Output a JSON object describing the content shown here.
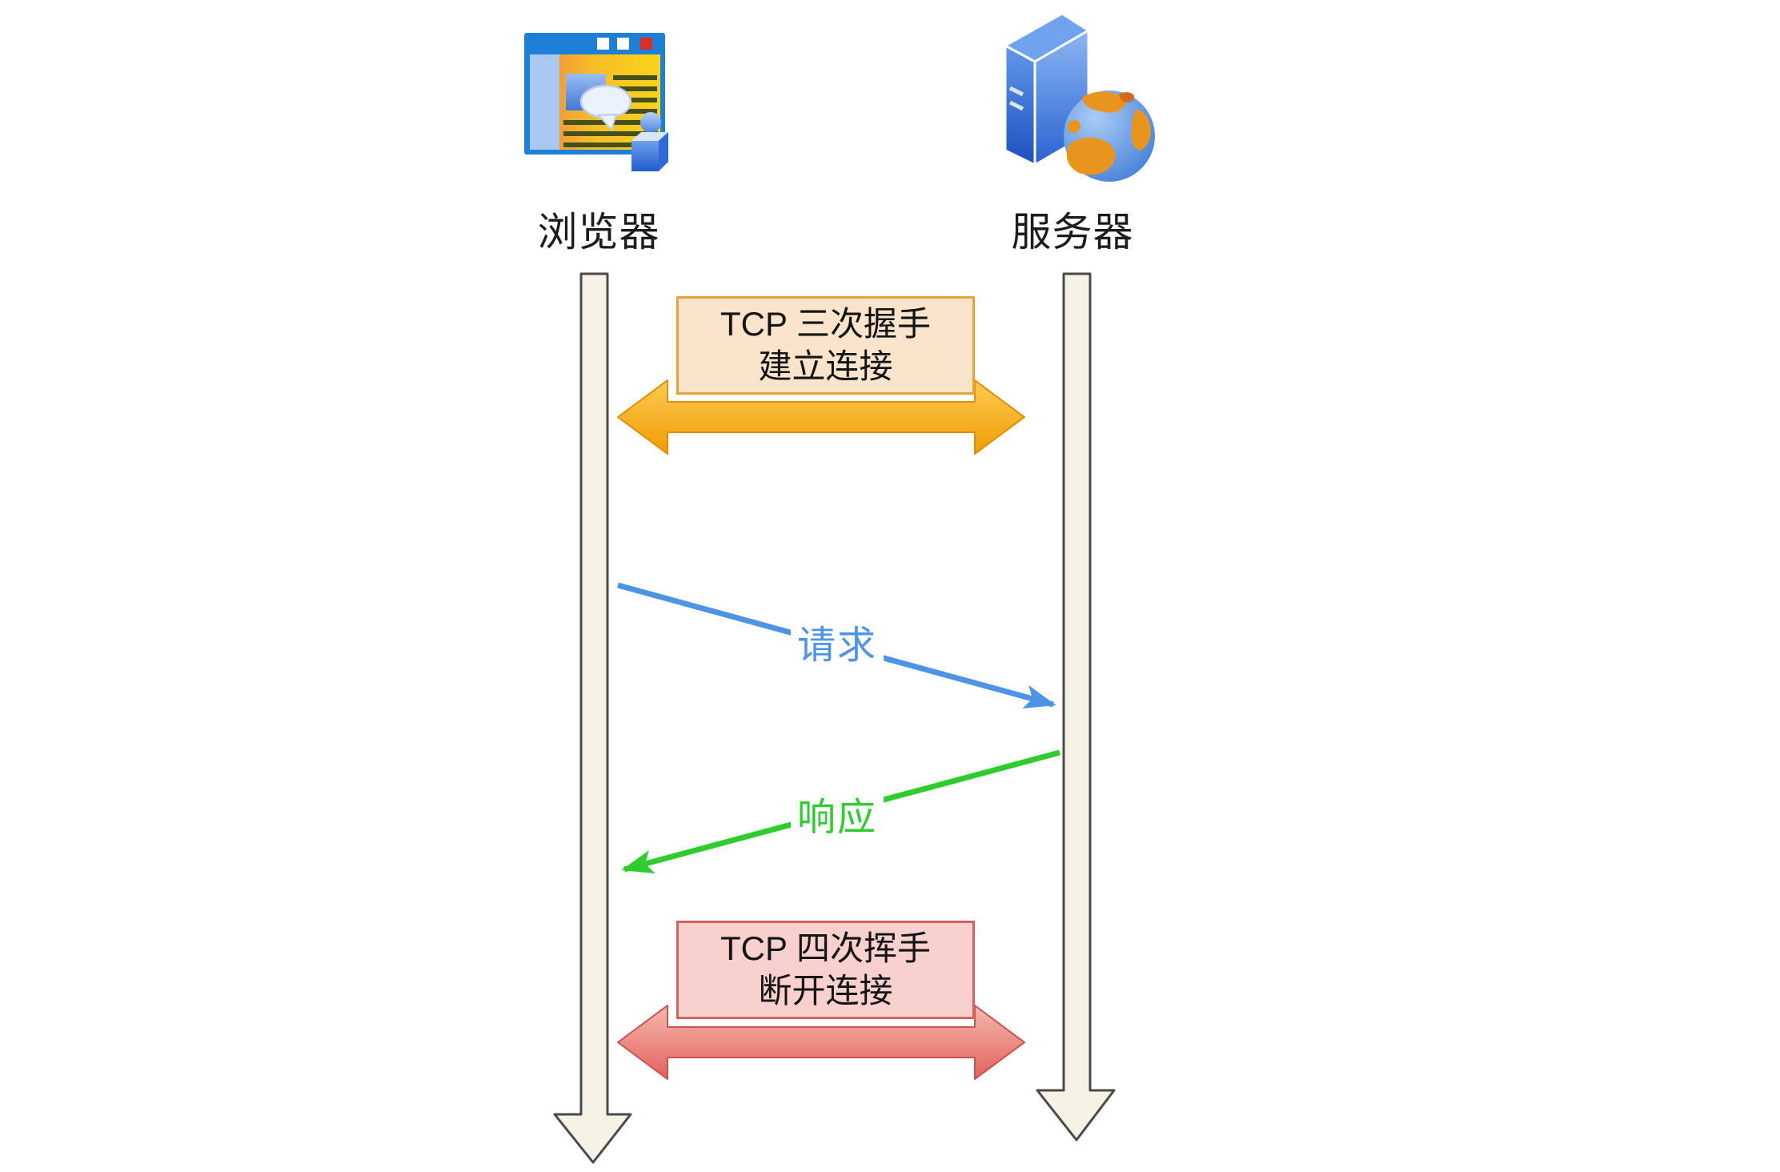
{
  "diagram": {
    "title_visible": false,
    "actors": [
      {
        "id": "browser",
        "label": "浏览器",
        "icon": "browser-icon"
      },
      {
        "id": "server",
        "label": "服务器",
        "icon": "server-icon"
      }
    ],
    "phases": {
      "handshake": {
        "line1": "TCP 三次握手",
        "line2": "建立连接"
      },
      "teardown": {
        "line1": "TCP 四次挥手",
        "line2": "断开连接"
      }
    },
    "messages": {
      "request": {
        "label": "请求",
        "from": "browser",
        "to": "server",
        "color": "#4E94E4"
      },
      "response": {
        "label": "响应",
        "from": "server",
        "to": "browser",
        "color": "#2FCB2F"
      }
    },
    "colors": {
      "background": "#FFFFFF",
      "handshake_box_fill": "#FBE4CC",
      "handshake_box_border": "#E9A23B",
      "handshake_arrow": "#F5A81F",
      "teardown_box_fill": "#F8D0CE",
      "teardown_box_border": "#D4625D",
      "teardown_arrow": "#E8837D",
      "lifeline_fill": "#F6F3E6",
      "lifeline_border": "#4A4A4A",
      "request_arrow": "#4E94E4",
      "response_arrow": "#2FCB2F",
      "text": "#1C1C1C"
    }
  }
}
